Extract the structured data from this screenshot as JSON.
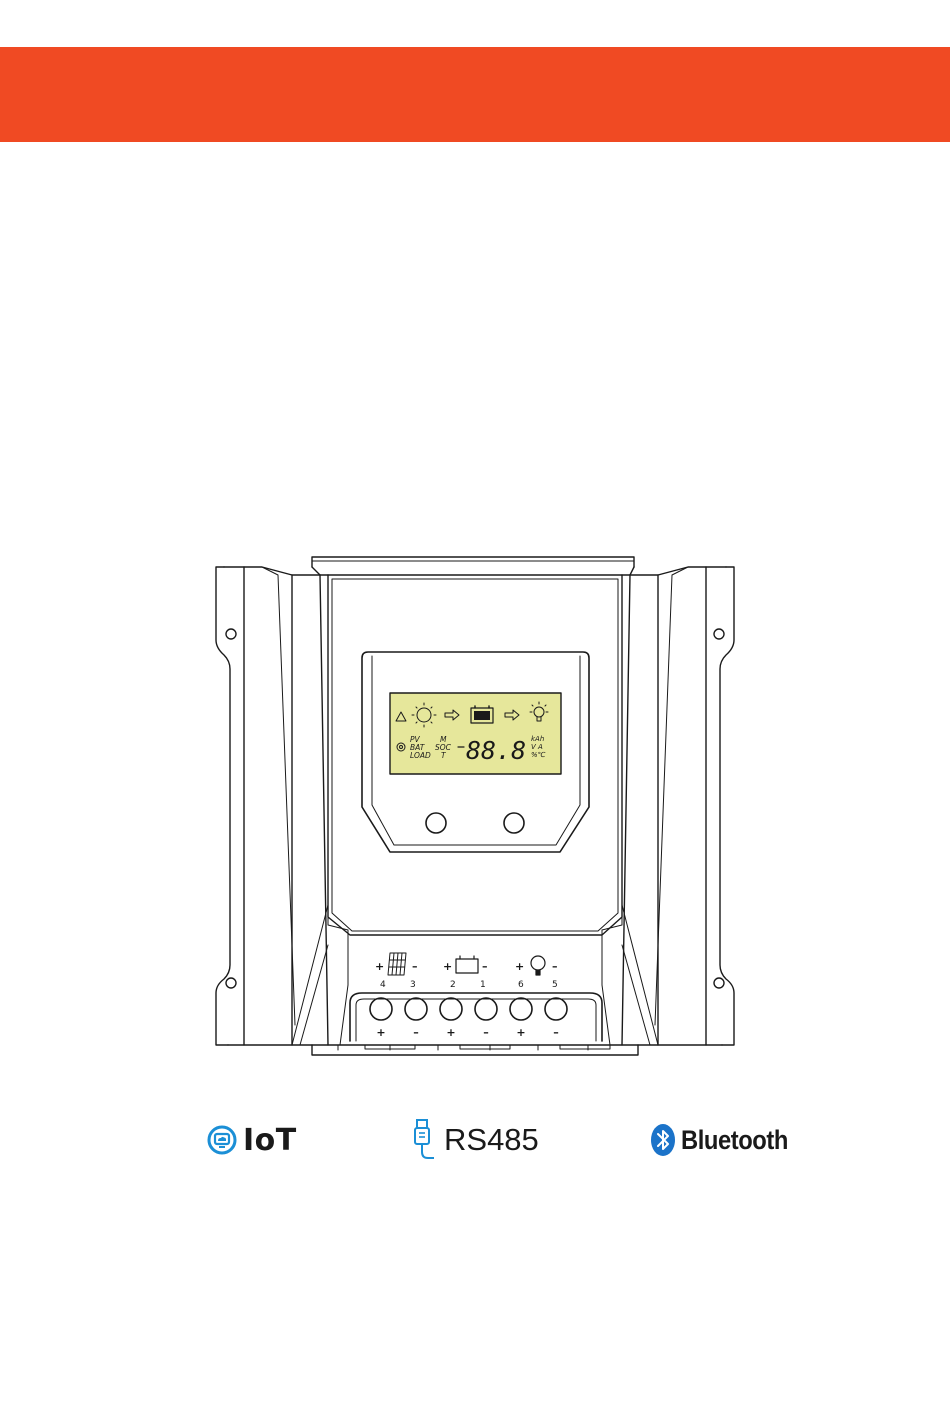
{
  "colors": {
    "banner": "#f04a23",
    "lcd_background": "#e6e79b",
    "line": "#1a1a1a",
    "iot_blue": "#1b8fd6",
    "bluetooth_blue": "#1b73c9"
  },
  "lcd": {
    "labels_left": [
      "PV",
      "BAT",
      "LOAD"
    ],
    "labels_mid": [
      "M",
      "SOC",
      "T"
    ],
    "digits": "88.8",
    "units": [
      "kAh",
      "V  A",
      "%℃"
    ],
    "icons": [
      "warning-icon",
      "sun-icon",
      "battery-icon",
      "bulb-icon",
      "gear-icon",
      "arrow-right-icon"
    ]
  },
  "terminals": {
    "groups": [
      {
        "icon": "solar-panel-icon",
        "plus": "+",
        "minus": "–",
        "numbers": [
          "4",
          "3"
        ]
      },
      {
        "icon": "battery-icon",
        "plus": "+",
        "minus": "–",
        "numbers": [
          "2",
          "1"
        ]
      },
      {
        "icon": "bulb-icon",
        "plus": "+",
        "minus": "–",
        "numbers": [
          "6",
          "5"
        ]
      }
    ],
    "polarity": [
      "+",
      "–",
      "+",
      "–",
      "+",
      "–"
    ]
  },
  "logos": {
    "iot": "IoT",
    "rs485": "RS485",
    "bluetooth": "Bluetooth"
  }
}
